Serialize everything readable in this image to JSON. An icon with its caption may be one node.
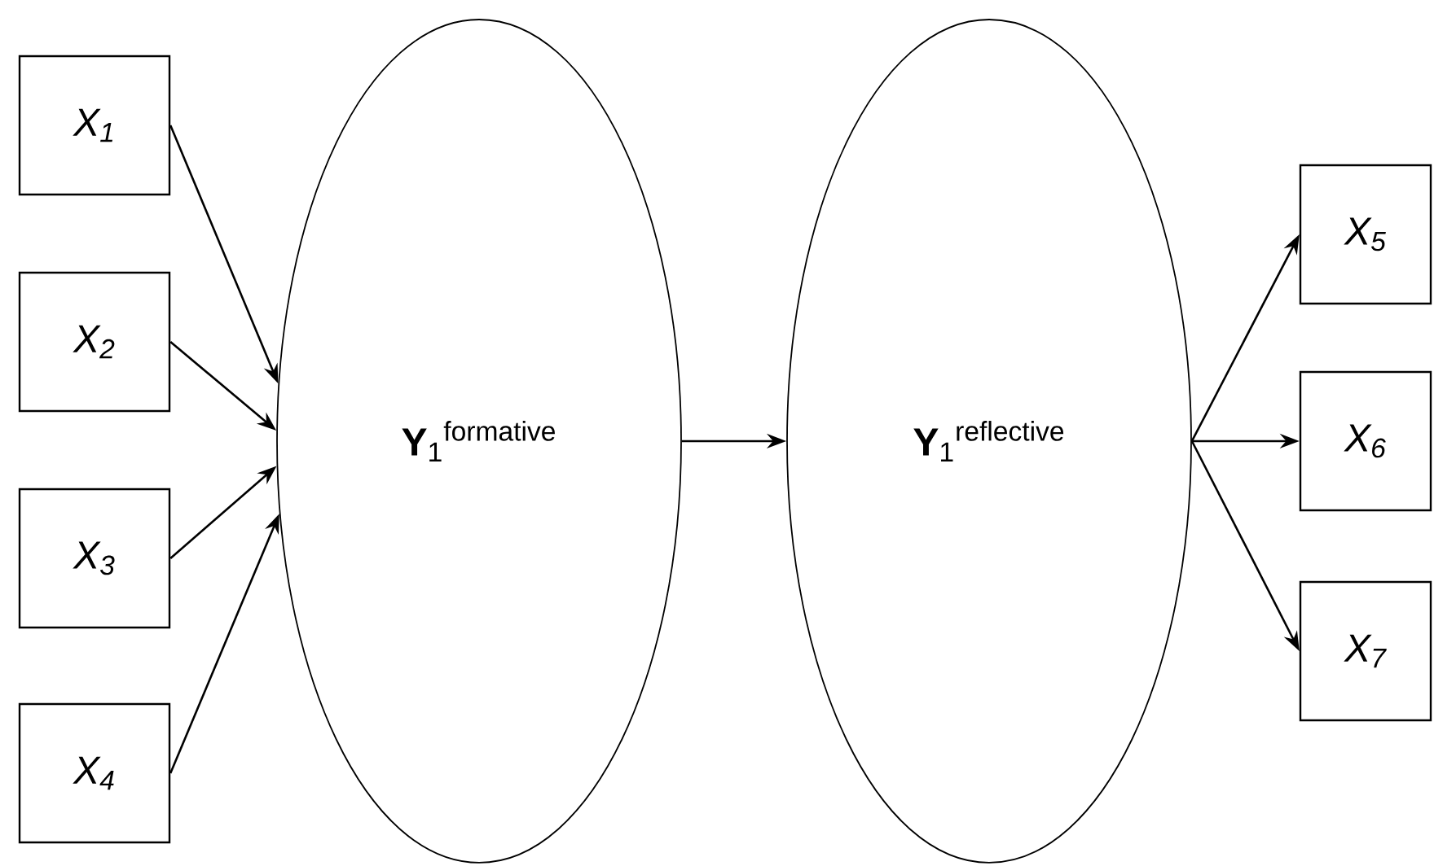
{
  "diagram": {
    "nodes": [
      {
        "text": [
          "X$_{1}$"
        ]
      },
      {
        "text": [
          "X$_{2}$"
        ]
      },
      {
        "text": [
          "X$_{3}$"
        ]
      },
      {
        "text": [
          "X$_{4}$"
        ]
      },
      {
        "text": [
          "**Y**$_{1}$$^{formative}$"
        ]
      },
      {
        "text": [
          "**Y**$_{1}$$^{reflective}$"
        ]
      },
      {
        "text": [
          "X$_{5}$"
        ]
      },
      {
        "text": [
          "X$_{6}$"
        ]
      },
      {
        "text": [
          "X$_{7}$"
        ]
      }
    ],
    "edges": [
      {
        "from": 0,
        "to": 4,
        "arrow": "to"
      },
      {
        "from": 1,
        "to": 4,
        "arrow": "to"
      },
      {
        "from": 2,
        "to": 4,
        "arrow": "to"
      },
      {
        "from": 3,
        "to": 4,
        "arrow": "to"
      },
      {
        "from": 4,
        "to": 5,
        "arrow": "to"
      },
      {
        "from": 5,
        "to": 6,
        "arrow": "to"
      },
      {
        "from": 5,
        "to": 7,
        "arrow": "to"
      },
      {
        "from": 5,
        "to": 8,
        "arrow": "to"
      }
    ]
  }
}
